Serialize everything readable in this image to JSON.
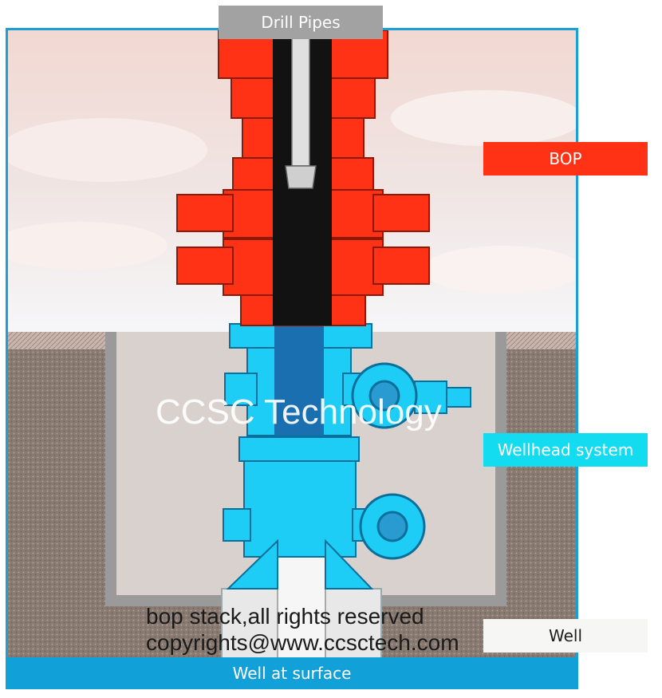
{
  "labels": {
    "drill_pipes": "Drill Pipes",
    "bop": "BOP",
    "wellhead_system": "Wellhead system",
    "well": "Well",
    "well_at_surface": "Well at surface"
  },
  "watermark": "CCSC Technology",
  "copyright": {
    "line1": "bop stack,all rights reserved",
    "line2": "copyrights@www.ccsctech.com"
  },
  "colors": {
    "frame_border": "#1aa0d8",
    "bop_red": "#ff3216",
    "wellhead_cyan": "#14dcf0",
    "drill_label_gray": "#a2a2a2",
    "surface_blue": "#12a0d8",
    "ground_brown": "#8a7b72"
  }
}
